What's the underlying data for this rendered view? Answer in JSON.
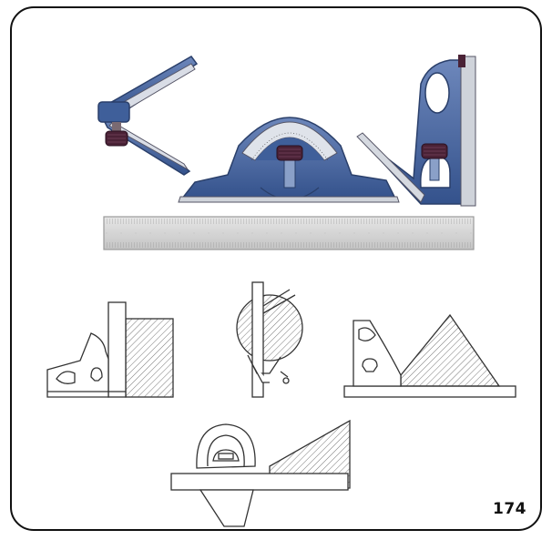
{
  "page": {
    "number": "174"
  },
  "colors": {
    "tool_blue": "#3f5f9a",
    "tool_blue_light": "#6f89bd",
    "steel": "#d6d6d6",
    "steel_dark": "#a9a9a9",
    "knob": "#4a2236",
    "outline": "#555555"
  },
  "illustrations": [
    "centre-head",
    "bevel-protractor",
    "square-head",
    "steel-rule",
    "usage-square-against-block",
    "usage-centre-finding-round-bar",
    "usage-45-degree-mitre",
    "usage-protractor-angle-measure"
  ]
}
